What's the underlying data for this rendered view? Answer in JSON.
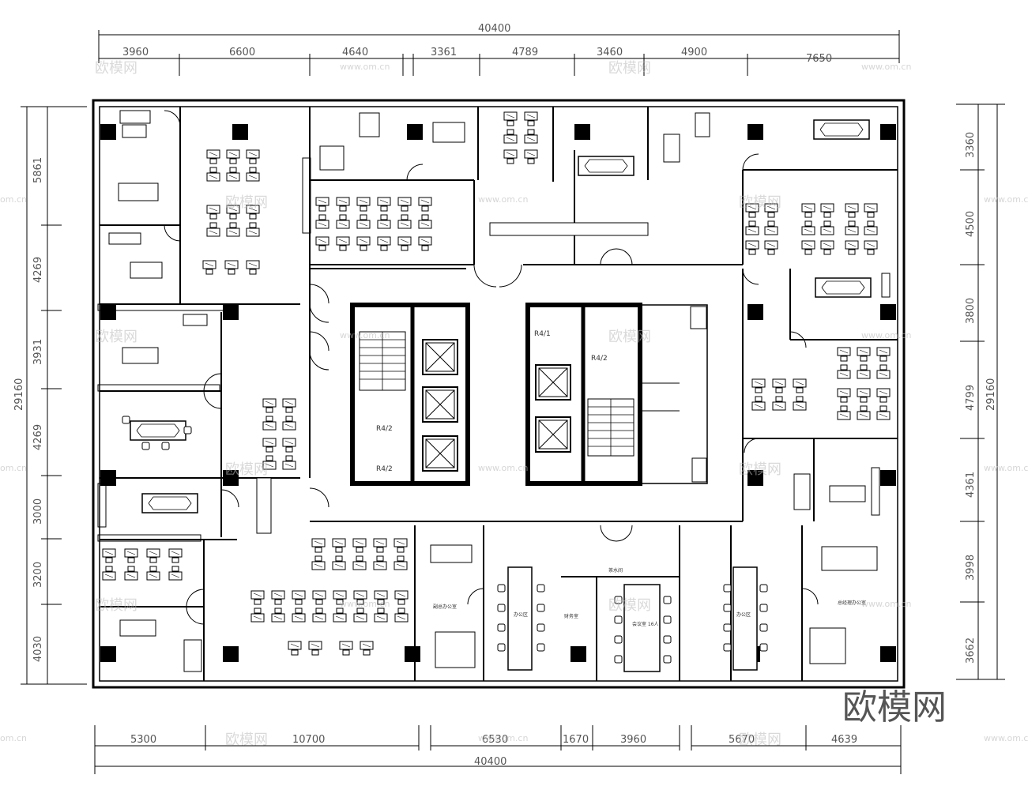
{
  "dimensions": {
    "top_total": "40400",
    "top_segments": [
      "3960",
      "6600",
      "4640",
      "3361",
      "4789",
      "3460",
      "4900",
      "7650"
    ],
    "bottom_total": "40400",
    "bottom_segments": [
      "5300",
      "10700",
      "6530",
      "1670",
      "3960",
      "5670",
      "4639"
    ],
    "left_total": "29160",
    "left_segments": [
      "5861",
      "4269",
      "3931",
      "4269",
      "3000",
      "3200",
      "4030"
    ],
    "right_total": "29160",
    "right_segments": [
      "3360",
      "4500",
      "3800",
      "4799",
      "4361",
      "3998",
      "3662"
    ]
  },
  "core_labels": {
    "stair_left_a": "R4/2",
    "stair_left_b": "R4/2",
    "stair_right_a": "R4/1",
    "stair_right_b": "R4/2"
  },
  "room_labels": {
    "room_a": "财务室",
    "room_b": "副总办公室",
    "room_c": "办公区",
    "room_d": "会议室\n16人",
    "room_e": "办公区",
    "room_f": "总经理办公室",
    "room_g": "茶水间"
  },
  "watermark": {
    "brand": "欧模网",
    "url": "www.om.cn",
    "url_short": "om.cn"
  }
}
